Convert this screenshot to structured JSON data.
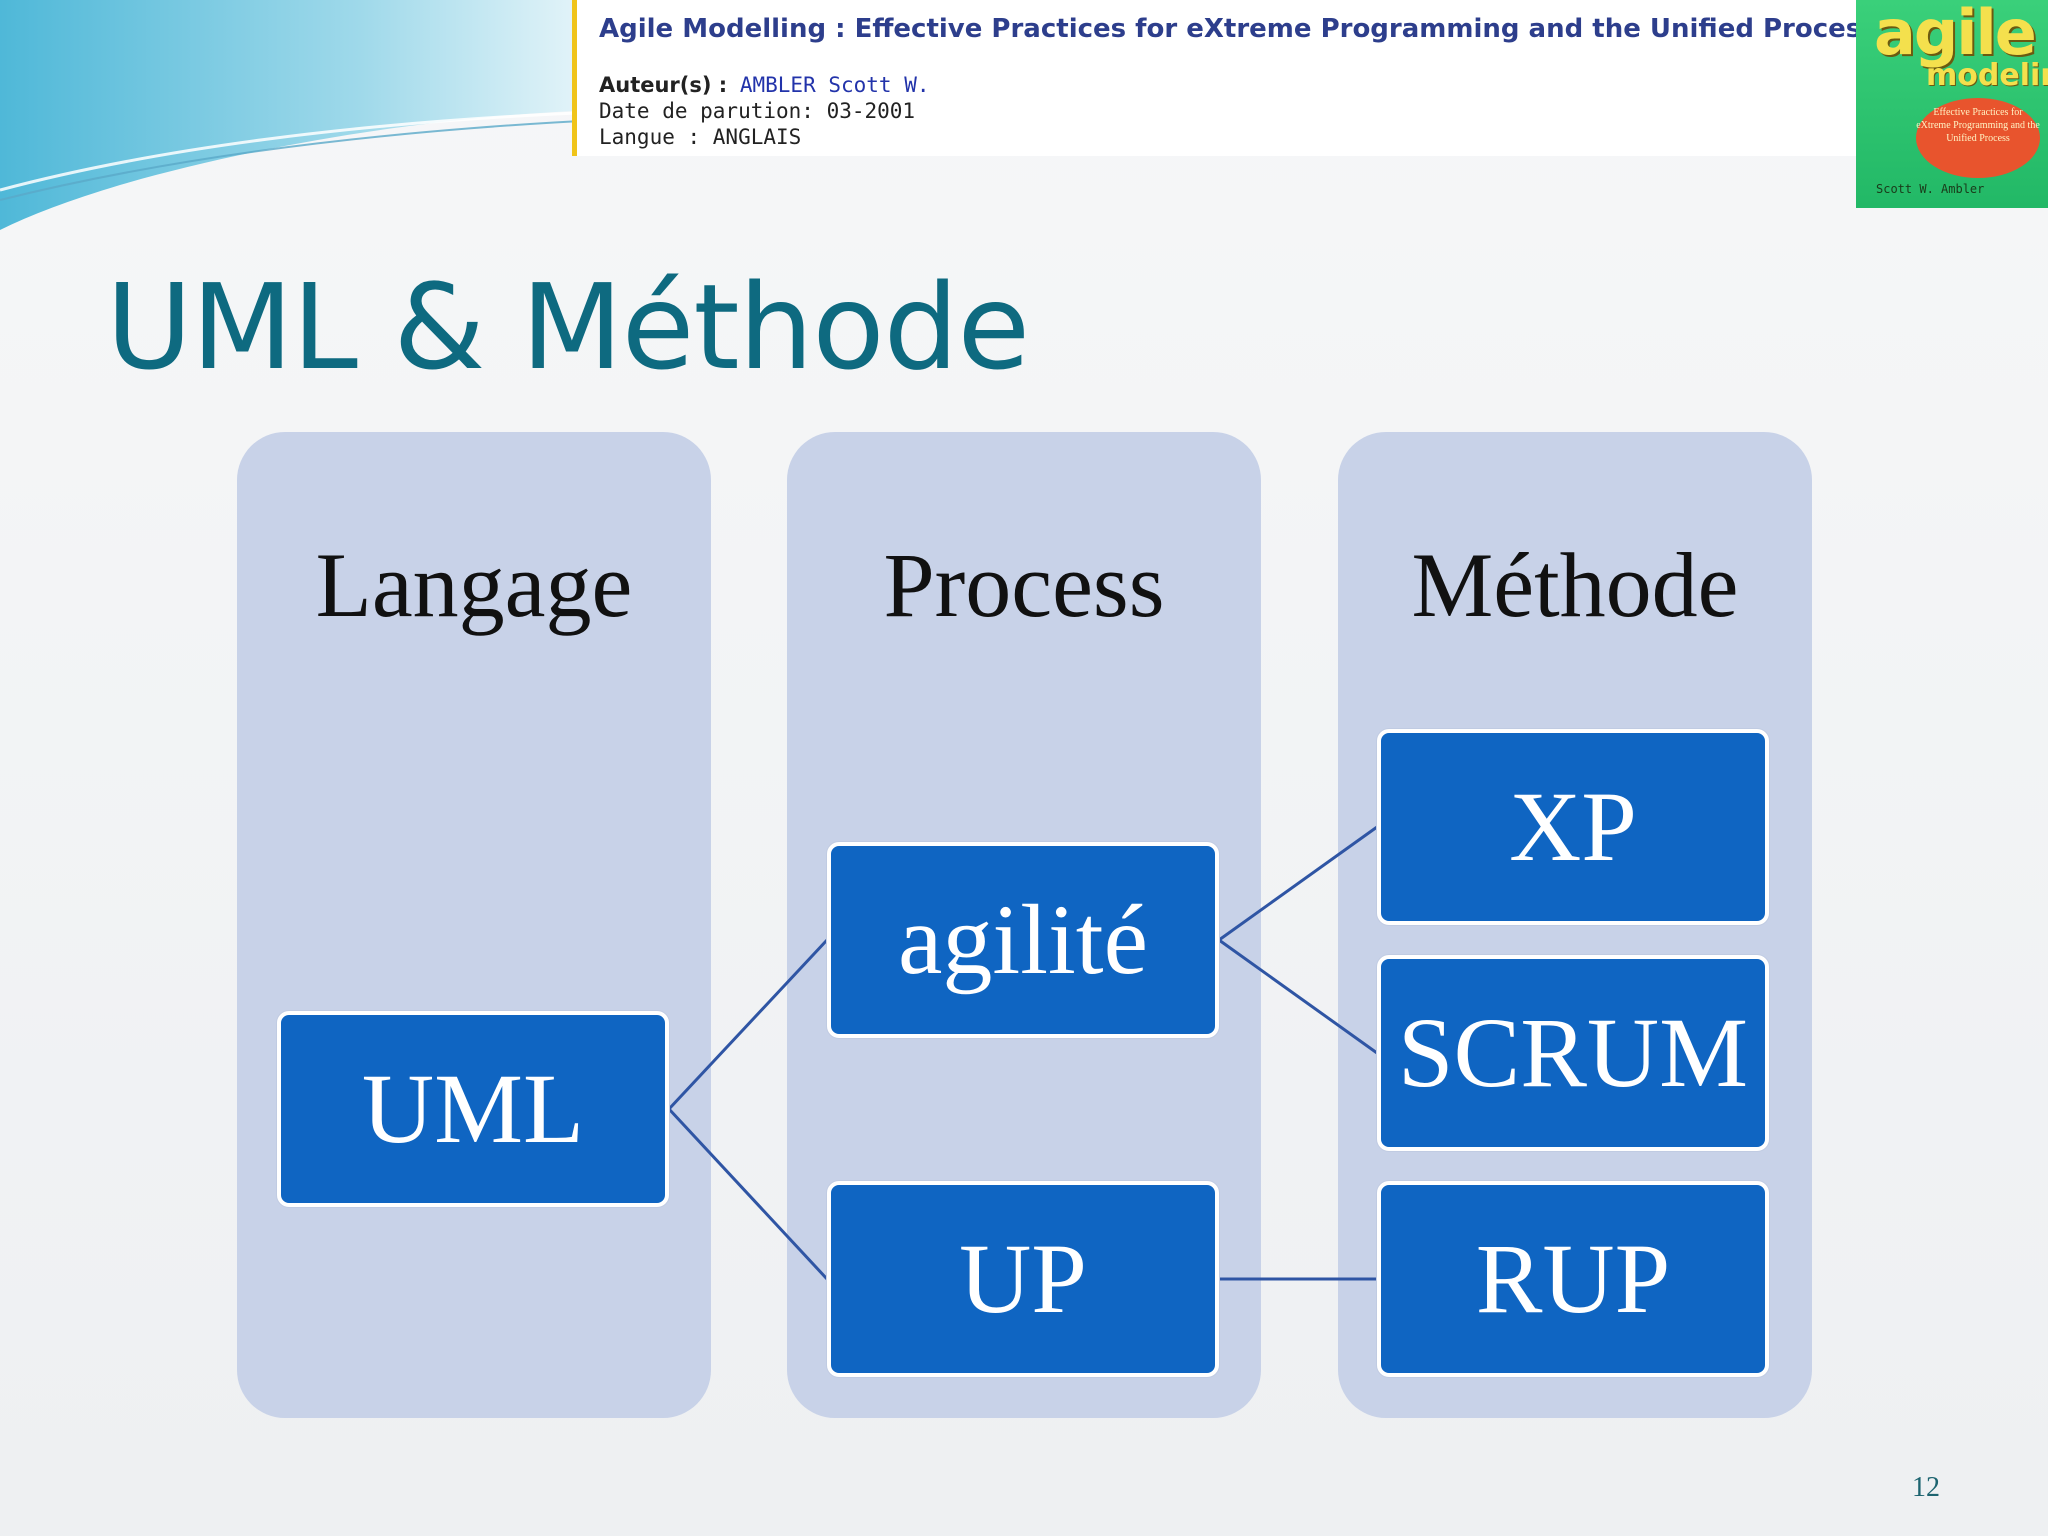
{
  "book": {
    "title": "Agile Modelling : Effective Practices for eXtreme Programming and the Unified Process",
    "author_label": "Auteur(s) :",
    "author_value": "AMBLER Scott W.",
    "date_line": "Date de parution: 03-2001",
    "language_line": "Langue : ANGLAIS",
    "cover": {
      "title_word1": "agile",
      "title_word2": "modeling",
      "subtitle": "Effective Practices for eXtreme Programming and the Unified Process",
      "author": "Scott W. Ambler"
    }
  },
  "slide": {
    "title": "UML & Méthode",
    "page_number": "12"
  },
  "columns": [
    {
      "heading": "Langage"
    },
    {
      "heading": "Process"
    },
    {
      "heading": "Méthode"
    }
  ],
  "nodes": {
    "uml": "UML",
    "agilite": "agilité",
    "up": "UP",
    "xp": "XP",
    "scrum": "SCRUM",
    "rup": "RUP"
  },
  "edges": [
    [
      "uml",
      "agilite"
    ],
    [
      "uml",
      "up"
    ],
    [
      "agilite",
      "xp"
    ],
    [
      "agilite",
      "scrum"
    ],
    [
      "up",
      "rup"
    ]
  ],
  "colors": {
    "title": "#0e6a80",
    "column_fill": "#c8d2e8",
    "node_fill": "#0f65c2",
    "connector": "#2f55a4",
    "book_title": "#2d3e8c"
  }
}
